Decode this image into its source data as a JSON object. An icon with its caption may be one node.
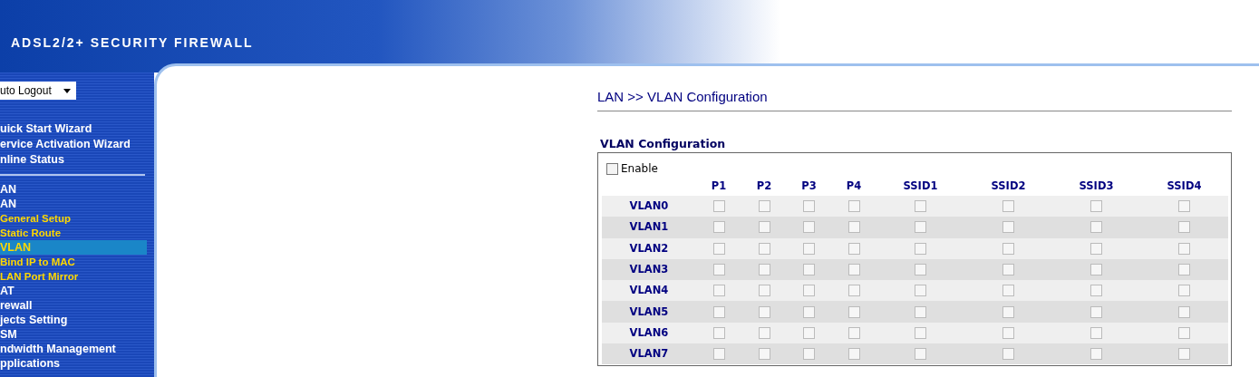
{
  "diagram": {
    "title": "LAN >> VLAN Configuration",
    "labels": [
      "ADSL2/2+ SECURITY FIREWALL",
      "uto Logout",
      "uick Start Wizard",
      "ervice Activation Wizard",
      "nline Status",
      "AN",
      "AN",
      "General Setup",
      "Static Route",
      "VLAN",
      "Bind IP to MAC",
      "LAN Port Mirror",
      "AT",
      "rewall",
      "jects Setting",
      "SM",
      "ndwidth Management",
      "pplications",
      "VLAN Configuration",
      "Enable",
      "P1",
      "P2",
      "P3",
      "P4",
      "SSID1",
      "SSID2",
      "SSID3",
      "SSID4",
      "VLAN0",
      "VLAN1",
      "VLAN2",
      "VLAN3",
      "VLAN4",
      "VLAN5",
      "VLAN6",
      "VLAN7"
    ]
  }
}
